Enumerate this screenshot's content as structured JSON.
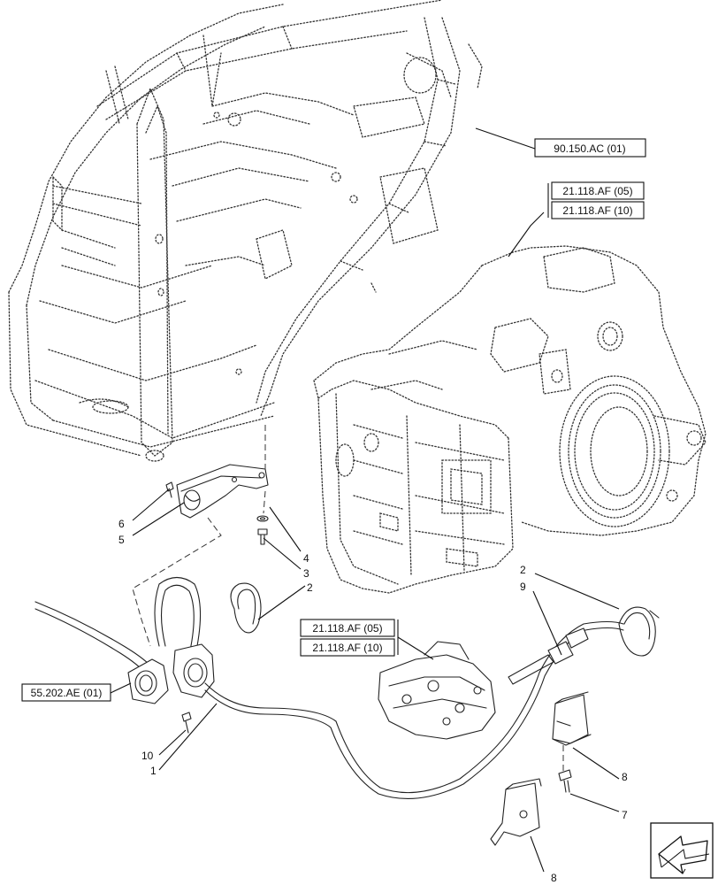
{
  "references": {
    "r1": "90.150.AC (01)",
    "r2a": "21.118.AF (05)",
    "r2b": "21.118.AF (10)",
    "r3a": "21.118.AF (05)",
    "r3b": "21.118.AF (10)",
    "r4": "55.202.AE (01)"
  },
  "callouts": {
    "c1": "1",
    "c2a": "2",
    "c2b": "2",
    "c3": "3",
    "c4": "4",
    "c5": "5",
    "c6": "6",
    "c7": "7",
    "c8a": "8",
    "c8b": "8",
    "c9": "9",
    "c10": "10"
  },
  "nav": {
    "icon": "next-view-arrow-icon"
  }
}
